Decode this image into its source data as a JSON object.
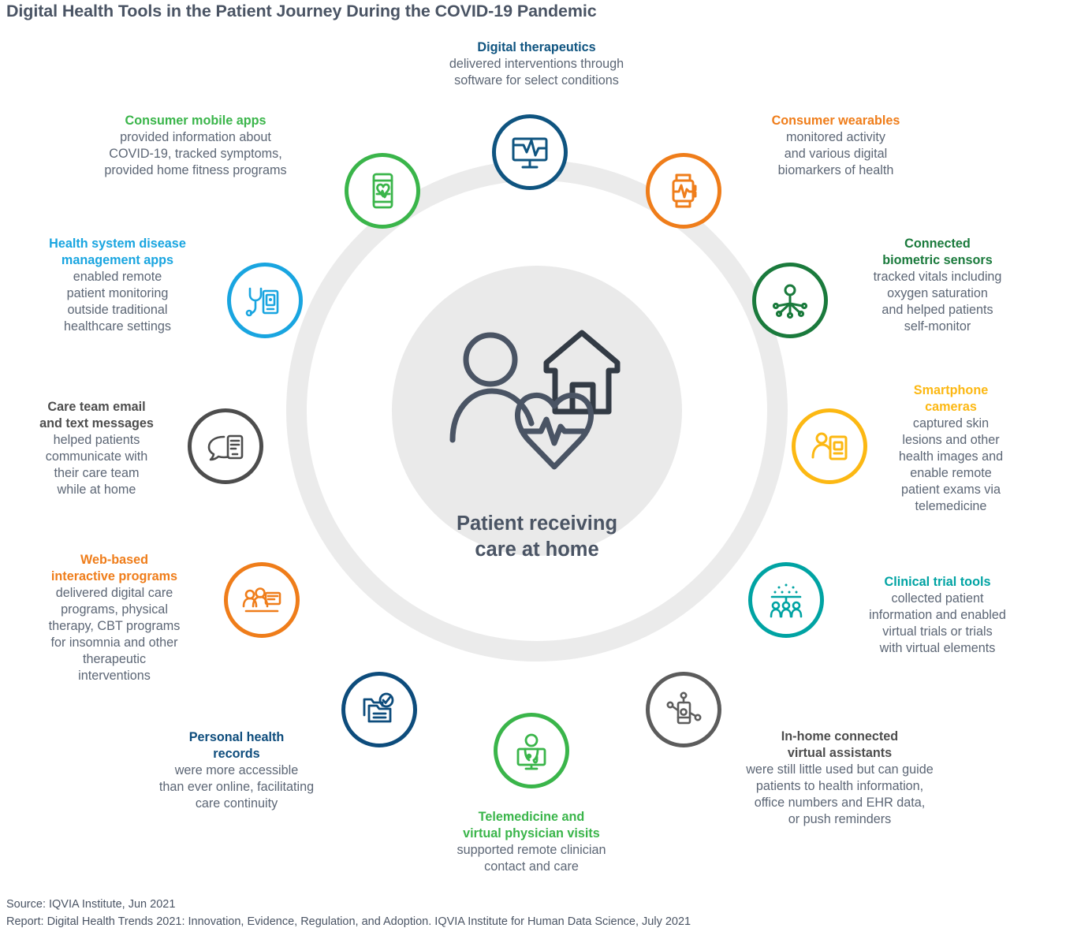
{
  "title": "Digital Health Tools in the Patient Journey During the COVID-19 Pandemic",
  "center": {
    "caption_line1": "Patient receiving",
    "caption_line2": "care at home",
    "icon": "patient-home-heart-icon",
    "disc_color": "#eaeaea",
    "text_color": "#4a5464"
  },
  "colors": {
    "navy": "#0f5480",
    "dark_navy": "#0d4c7c",
    "green": "#3ab54a",
    "dark_green": "#1a7a3c",
    "orange": "#ef7d1a",
    "amber": "#fcb813",
    "teal": "#00a3a3",
    "light_blue": "#19a5e0",
    "gray": "#5c5c5c",
    "ring": "#ebebeb",
    "body_text": "#5c6675"
  },
  "nodes": [
    {
      "id": "digital-therapeutics",
      "heading": "Digital therapeutics",
      "body": [
        "delivered interventions through",
        "software for select conditions"
      ],
      "color": "#0f5480",
      "icon": "monitor-ecg-icon",
      "align": "center"
    },
    {
      "id": "consumer-wearables",
      "heading": "Consumer wearables",
      "body": [
        "monitored activity",
        "and various digital",
        "biomarkers of health"
      ],
      "color": "#ef7d1a",
      "icon": "smartwatch-pulse-icon",
      "align": "center"
    },
    {
      "id": "connected-biometric-sensors",
      "heading": "Connected\nbiometric sensors",
      "heading_lines": [
        "Connected",
        "biometric sensors"
      ],
      "body": [
        "tracked vitals including",
        "oxygen saturation",
        "and helped patients",
        "self-monitor"
      ],
      "color": "#1a7a3c",
      "icon": "biometric-sensor-node-icon",
      "align": "center"
    },
    {
      "id": "smartphone-cameras",
      "heading_lines": [
        "Smartphone",
        "cameras"
      ],
      "body": [
        "captured skin",
        "lesions and other",
        "health images and",
        "enable remote",
        "patient exams via",
        "telemedicine"
      ],
      "color": "#fcb813",
      "icon": "phone-camera-person-icon",
      "align": "center"
    },
    {
      "id": "clinical-trial-tools",
      "heading_lines": [
        "Clinical trial tools"
      ],
      "body": [
        "collected patient",
        "information and enabled",
        "virtual trials or trials",
        "with virtual elements"
      ],
      "color": "#00a3a3",
      "icon": "trial-participants-data-icon",
      "align": "center"
    },
    {
      "id": "in-home-connected-virtual-assistants",
      "heading_lines": [
        "In-home connected",
        "virtual assistants"
      ],
      "body": [
        "were still little used but can guide",
        "patients to health information,",
        "office numbers and EHR data,",
        "or push reminders"
      ],
      "color": "#5c5c5c",
      "icon": "connected-assistant-device-icon",
      "align": "center"
    },
    {
      "id": "telemedicine-virtual-physician-visits",
      "heading_lines": [
        "Telemedicine and",
        "virtual physician visits"
      ],
      "body": [
        "supported remote clinician",
        "contact and care"
      ],
      "color": "#3ab54a",
      "icon": "doctor-on-screen-icon",
      "align": "center"
    },
    {
      "id": "personal-health-records",
      "heading_lines": [
        "Personal health",
        "records"
      ],
      "body": [
        "were more accessible",
        "than ever online, facilitating",
        "care continuity"
      ],
      "color": "#0d4c7c",
      "icon": "records-check-icon",
      "align": "center"
    },
    {
      "id": "web-based-interactive-programs",
      "heading_lines": [
        "Web-based",
        "interactive programs"
      ],
      "body": [
        "delivered digital care",
        "programs, physical",
        "therapy, CBT programs",
        "for insomnia and other",
        "therapeutic",
        "interventions"
      ],
      "color": "#ef7d1a",
      "icon": "group-video-program-icon",
      "align": "center"
    },
    {
      "id": "care-team-email-text-messages",
      "heading_lines": [
        "Care team email",
        "and text messages"
      ],
      "body": [
        "helped patients",
        "communicate with",
        "their care team",
        "while at home"
      ],
      "color": "#4d4d4d",
      "icon": "message-phone-icon",
      "align": "center"
    },
    {
      "id": "health-system-disease-management-apps",
      "heading_lines": [
        "Health system disease",
        "management apps"
      ],
      "body": [
        "enabled remote",
        "patient monitoring",
        "outside traditional",
        "healthcare settings"
      ],
      "color": "#19a5e0",
      "icon": "stethoscope-tablet-icon",
      "align": "center"
    },
    {
      "id": "consumer-mobile-apps",
      "heading_lines": [
        "Consumer mobile apps"
      ],
      "body": [
        "provided information about",
        "COVID-19, tracked symptoms,",
        "provided home fitness programs"
      ],
      "color": "#3ab54a",
      "icon": "phone-heart-pulse-icon",
      "align": "center"
    }
  ],
  "footer": {
    "source": "Source: IQVIA Institute, Jun 2021",
    "report": "Report: Digital Health Trends 2021: Innovation, Evidence, Regulation, and Adoption. IQVIA Institute for Human Data Science, July 2021"
  }
}
